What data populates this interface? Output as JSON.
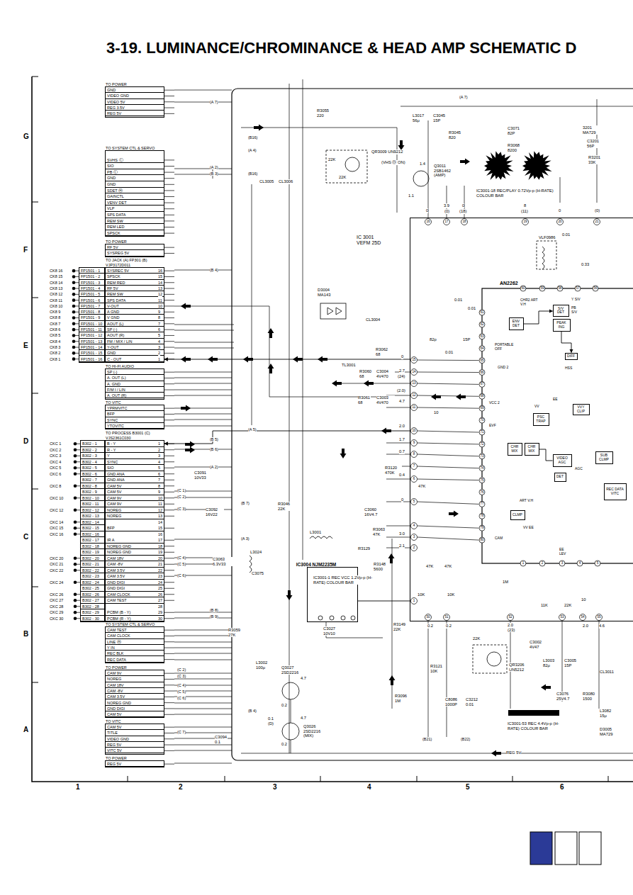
{
  "diagram": {
    "title": "3-19. LUMINANCE/CHROMINANCE & HEAD AMP SCHEMATIC D",
    "nodes": [
      {
        "text": [
          "TO POWER",
          "GND",
          "VIDEO GND",
          "VIDEO 5V",
          "REG 3.5V",
          "REG 5V"
        ]
      },
      {
        "text": [
          "TO SYSTEM CTL & SERVO",
          "SVHS Ⓛ",
          "SIO",
          "PB Ⓛ",
          "GND",
          "GND",
          "SDET Ⓗ",
          "GAINCTL",
          "VENV DET",
          "VLP",
          "SPS DATA",
          "REM SW",
          "REM LED",
          "SPSCK"
        ]
      },
      {
        "text": [
          "TO POWER",
          "RF 5V",
          "SYSREG 5V"
        ]
      },
      {
        "text": [
          "TO JACK (A) FP301 (B) VJP3172D011",
          "SYSREC 5V",
          "SPSCK",
          "REM RED",
          "RF 5V",
          "REM SW",
          "SPS DATA",
          "V-OUT",
          "A GND",
          "V GND",
          "AOUT (L)",
          "SP (-)",
          "AOUT (R)",
          "FM / MIX / LIN",
          "Y-OUT",
          "GND",
          "C - OUT"
        ]
      },
      {
        "text": [
          "FP1501 - 1",
          "FP1501 - 2",
          "FP1501 - 3",
          "FP1501 - 4",
          "FP1501 - 5",
          "FP1501 - 6",
          "FP1501 - 7",
          "FP1501 - 8",
          "FP1501 - 9",
          "FP1501 - 10",
          "FP1501 - 11",
          "FP1501 - 12",
          "FP1501 - 13",
          "FP1501 - 14",
          "FP1501 - 15",
          "FP1501 - 16"
        ]
      },
      {
        "text": [
          "TO HI-FI AUDIO",
          "SP (-)",
          "A. OUT (L)",
          "A. GND",
          "F/M I / LIN",
          "A. OUT (R)"
        ]
      },
      {
        "text": [
          "TO VITC",
          "YPRMVITC",
          "BFP",
          "SYNC",
          "YTOVITC"
        ]
      },
      {
        "text": [
          "TO PROCESS B3001 (C) VJS2361C030",
          "B - Y",
          "R - Y",
          "Y",
          "SYNC",
          "SIO",
          "GND ANA",
          "GND ANA",
          "CAM 5V",
          "CAM 5V",
          "CAM 9V",
          "CAM 9V",
          "NOREG",
          "NOREG",
          "BFP",
          "IR A",
          "NOREG GND",
          "NOREG GND",
          "CAM 18V",
          "CAM -8V",
          "CAM 3.5V",
          "CAM 3.5V",
          "GND DIGI",
          "GND DIGI",
          "CAM CLOCK",
          "CAM TEST",
          "PCBM (B - Y)",
          "PCBM (R - Y)"
        ]
      },
      {
        "text": [
          "B302 - 1",
          "B302 - 2",
          "B302 - 3",
          "B302 - 4",
          "B302 - 5",
          "B302 - 6",
          "B302 - 7",
          "B302 - 8",
          "B302 - 9",
          "B302 - 10",
          "B302 - 11",
          "B302 - 12",
          "B302 - 13",
          "B302 - 14",
          "B302 - 15",
          "B302 - 16",
          "B302 - 17",
          "B302 - 18",
          "B302 - 19",
          "B302 - 20",
          "B302 - 21",
          "B302 - 22",
          "B302 - 23",
          "B302 - 24",
          "B302 - 25",
          "B302 - 26",
          "B302 - 27",
          "B302 - 28",
          "B302 - 29",
          "B302 - 30"
        ]
      },
      {
        "text": [
          "TO SYSTEM CTL & SERVO",
          "CAM TEST",
          "CAM CLOCK",
          "LINE Ⓗ",
          "Y IN",
          "REC BLK",
          "REC DATA"
        ]
      },
      {
        "text": [
          "TO POWER",
          "CAM 9V",
          "NOREG",
          "CAM 18V",
          "CAM -8V",
          "CAM 3.5V",
          "NOREG GND",
          "GND DIGI",
          "CAM 5V"
        ]
      },
      {
        "text": [
          "TO VITC",
          "CAM 5V",
          "TITLE",
          "VIDEO GND",
          "REG 5V",
          "VITC 5V"
        ]
      },
      {
        "text": [
          "TO POWER",
          "REG 5V"
        ]
      },
      {
        "text": [
          "AN2262"
        ]
      },
      {
        "text": [
          "ENV DET"
        ],
        "in": 13
      },
      {
        "text": [
          "S/V DET"
        ],
        "in": 13
      },
      {
        "text": [
          "PEAK ING"
        ],
        "in": 13
      },
      {
        "text": [
          "DIFF"
        ],
        "in": 13
      },
      {
        "text": [
          "PSC TRAP"
        ],
        "in": 13
      },
      {
        "text": [
          "VVY CLIP"
        ],
        "in": 13
      },
      {
        "text": [
          "CHR MIX"
        ],
        "in": 13
      },
      {
        "text": [
          "CHR MIX"
        ],
        "in": 13
      },
      {
        "text": [
          "VIDEO AGC"
        ],
        "in": 13
      },
      {
        "text": [
          "DET"
        ],
        "in": 13
      },
      {
        "text": [
          "SUB CLMP"
        ],
        "in": 13
      },
      {
        "text": [
          "REC DATA VITC"
        ],
        "in": 13
      },
      {
        "text": [
          "CLMP"
        ],
        "in": 13
      },
      {
        "text": [
          "IC3004 NJM2235M"
        ]
      }
    ],
    "edges": [
      {
        "from": 13,
        "to": 3,
        "arrow": "to"
      },
      {
        "from": 13,
        "to": 7,
        "arrow": "to"
      },
      {
        "from": 27,
        "to": 13,
        "arrow": "none"
      },
      {
        "from": 14,
        "to": 15,
        "arrow": "to"
      },
      {
        "from": 21,
        "to": 22,
        "arrow": "none"
      },
      {
        "from": 16,
        "to": 17,
        "arrow": "to"
      }
    ],
    "labels": [
      "G",
      "F",
      "E",
      "D",
      "C",
      "B",
      "A",
      "1",
      "2",
      "3",
      "4",
      "5",
      "6",
      "CK8 16",
      "CK8 15",
      "CK8 14",
      "CK8 13",
      "CK8 12",
      "CK8 11",
      "CK8 10",
      "CK8 9",
      "CK8 8",
      "CK8 7",
      "CK8 6",
      "CK8 5",
      "CK8 4",
      "CK8 3",
      "CK8 2",
      "CK8 1",
      "16",
      "15",
      "14",
      "13",
      "12",
      "11",
      "10",
      "9",
      "8",
      "7",
      "6",
      "5",
      "4",
      "3",
      "2",
      "1",
      "CKC 1",
      "CKC 2",
      "CKC 3",
      "CKC 4",
      "CKC 5",
      "CKC 6",
      "CKC 8",
      "CKC 10",
      "CKC 12",
      "CKC 14",
      "CKC 15",
      "CKC 16",
      "CKC 20",
      "CKC 21",
      "CKC 22",
      "CKC 24",
      "CKC 26",
      "CKC 27",
      "CKC 28",
      "CKC 29",
      "CKC 30",
      "1",
      "2",
      "3",
      "4",
      "5",
      "6",
      "7",
      "8",
      "9",
      "10",
      "11",
      "12",
      "13",
      "14",
      "15",
      "16",
      "17",
      "18",
      "19",
      "20",
      "21",
      "22",
      "23",
      "24",
      "25",
      "26",
      "27",
      "28",
      "29",
      "30",
      "(A 7)",
      "(B16)",
      "(A 4)",
      "(A 2)",
      "(B 3)",
      "(B16)",
      "(B 4)",
      "(B 5)",
      "(B 6)",
      "(A 2)",
      "(A 5)",
      "(C 1)",
      "(C 2)",
      "(C 3)",
      "(B 7)",
      "(A 3)",
      "(C 4)",
      "(C 5)",
      "(C 6)",
      "(B 8)",
      "(B 9)",
      "(C 2)",
      "(C 3)",
      "(C 4)",
      "(C 5)",
      "(C 6)",
      "(B 4)",
      "(C 7)",
      "(A 7)",
      "(B21)",
      "(B22)",
      "R3055 220",
      "L3017 56μ",
      "C3045 15P",
      "R3045 820",
      "C3071 82P",
      "R3068 8200",
      "3201 MA729",
      "C3201 56P",
      "R3201 33K",
      "QR3009 UN9212",
      "(VHS Ⓓ ON)",
      "22K",
      "22K",
      "Q3011 2SB1462 (AMP)",
      "1.4",
      "1.1",
      "IC3001-18 REC/PLAY 0.72Vp-p (H-RATE) COLOUR BAR",
      "CL3005",
      "CL3006",
      "IC 3001 VEFM 25D",
      "VLF0986",
      "0.01",
      "0.33",
      "D3004 MA143",
      "CL3004",
      "R3062 68",
      "82p",
      "15P",
      "0.01",
      "0.01",
      "0.01",
      "TL3001",
      "R3060 68",
      "C3004 4V470",
      "R3061 68",
      "C3003 4V470",
      "10",
      "R3120 470K",
      "47K",
      "C3091 10V33",
      "C3092 16V22",
      "R3046 22K",
      "C3060 16V4.7",
      "R3063 47K",
      "L3001",
      "L3024",
      "C3075",
      "C3063 6.3V33",
      "R3129",
      "R3148 5600",
      "IC3001-1 REC VCC 1.2Vp-p (H-RATE) COLOUR BAR",
      "47K",
      "47K",
      "10K",
      "10K",
      "1M",
      "11K",
      "22K",
      "10",
      "R3149 22K",
      "R3059 27K",
      "C3027 10V10",
      "L3002 100μ",
      "Q3027 2SD2216",
      "4.7",
      "0.2",
      "0.1 (D)",
      "4.7",
      "Q3026 2SD2216 (MIX)",
      "0.2",
      "R3121 10K",
      "R3096 1M",
      "C8086 1000P",
      "C3212 0.01",
      "QR3206 UN5212",
      "22K",
      "0.2",
      "0.2",
      "2.0 (23)",
      "C3002 4V47",
      "L3003 82μ",
      "C3005 15P",
      "2.0",
      "4.6",
      "CL3011",
      "C3076 25V4.7",
      "R3080 1500",
      "L3082 15μ",
      "D3005 MA729",
      "IC3001-53 REC 4.4Vp-p (H-RATE) COLOUR BAR",
      "REG 5V",
      "C3094 0.1",
      "0",
      "2.7",
      "(24)",
      "(2.0)",
      "4.7",
      "2.0",
      "1.7",
      "0.7",
      "0.4",
      "0",
      "3.0",
      "2.1",
      "0",
      "3.9",
      "(0)",
      "0",
      "(18)",
      "8",
      "(11)",
      "0",
      "(0)",
      "15",
      "14",
      "13",
      "12",
      "11",
      "10",
      "9",
      "8",
      "7",
      "6",
      "5",
      "4",
      "3",
      "2",
      "1",
      "16",
      "17",
      "18",
      "19",
      "20",
      "21",
      "50",
      "51",
      "52",
      "53",
      "54",
      "55",
      "61",
      "62",
      "63",
      "64",
      "65",
      "66",
      "67",
      "68",
      "69",
      "70",
      "71",
      "72",
      "73",
      "74",
      "75",
      "76",
      "77",
      "78",
      "79",
      "80",
      "60",
      "59",
      "58",
      "57",
      "56",
      "1",
      "2",
      "3",
      "4",
      "5",
      "CHR2 ART V.H",
      "Y S/V",
      "PB S/V",
      "PORTABLE OFF",
      "GND 2",
      "VCC 2",
      "HSS",
      "EE",
      "VV",
      "EVF",
      "AGC",
      "ART V.H",
      "VV EE",
      "CAM",
      "EE LEV"
    ]
  }
}
